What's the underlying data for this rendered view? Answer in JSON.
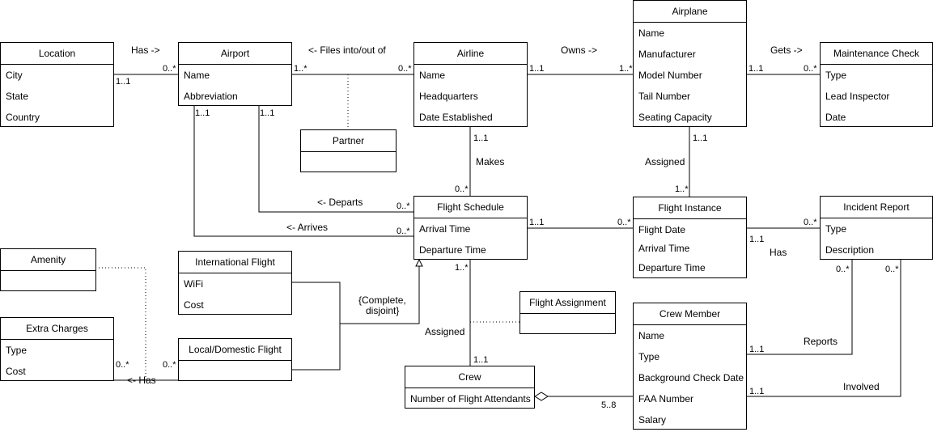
{
  "classes": {
    "location": {
      "name": "Location",
      "attrs": [
        "City",
        "State",
        "Country"
      ]
    },
    "airport": {
      "name": "Airport",
      "attrs": [
        "Name",
        "Abbreviation"
      ]
    },
    "airline": {
      "name": "Airline",
      "attrs": [
        "Name",
        "Headquarters",
        "Date Established"
      ]
    },
    "airplane": {
      "name": "Airplane",
      "attrs": [
        "Name",
        "Manufacturer",
        "Model Number",
        "Tail Number",
        "Seating Capacity"
      ]
    },
    "maintenance": {
      "name": "Maintenance Check",
      "attrs": [
        "Type",
        "Lead Inspector",
        "Date"
      ]
    },
    "partner": {
      "name": "Partner",
      "attrs": []
    },
    "schedule": {
      "name": "Flight Schedule",
      "attrs": [
        "Arrival Time",
        "Departure Time"
      ]
    },
    "instance": {
      "name": "Flight Instance",
      "attrs": [
        "Flight Date",
        "Arrival Time",
        "Departure Time"
      ]
    },
    "incident": {
      "name": "Incident Report",
      "attrs": [
        "Type",
        "Description"
      ]
    },
    "amenity": {
      "name": "Amenity",
      "attrs": []
    },
    "international": {
      "name": "International Flight",
      "attrs": [
        "WiFi",
        "Cost"
      ]
    },
    "extra": {
      "name": "Extra Charges",
      "attrs": [
        "Type",
        "Cost"
      ]
    },
    "domestic": {
      "name": "Local/Domestic Flight",
      "attrs": []
    },
    "assignment": {
      "name": "Flight Assignment",
      "attrs": []
    },
    "crew": {
      "name": "Crew",
      "attrs": [
        "Number of Flight Attendants"
      ]
    },
    "crewmember": {
      "name": "Crew Member",
      "attrs": [
        "Name",
        "Type",
        "Background Check Date",
        "FAA Number",
        "Salary"
      ]
    }
  },
  "labels": {
    "has1": "Has ->",
    "files": "<- Files into/out of",
    "owns": "Owns ->",
    "gets": "Gets ->",
    "makes": "Makes",
    "assigned1": "Assigned",
    "departs": "<- Departs",
    "arrives": "<- Arrives",
    "has2": "Has",
    "complete": "{Complete,",
    "disjoint": "disjoint}",
    "assigned2": "Assigned",
    "reports": "Reports",
    "involved": "Involved",
    "has3": "<- Has"
  },
  "multiplicities": {
    "loc_airport_a": "0..*",
    "loc_airport_b": "1..1",
    "airport_airline_a": "1..*",
    "airport_airline_b": "0..*",
    "airline_airplane_a": "1..1",
    "airline_airplane_b": "1..*",
    "airplane_maint_a": "1..1",
    "airplane_maint_b": "0..*",
    "airport_dep": "1..1",
    "airport_arr": "1..1",
    "airline_sched_a": "1..1",
    "airline_sched_b": "0..*",
    "dep_sched": "0..*",
    "arr_sched": "0..*",
    "airplane_inst_a": "1..1",
    "airplane_inst_b": "1..*",
    "sched_inst_a": "1..1",
    "sched_inst_b": "0..*",
    "inst_incident_a": "0..*",
    "inst_incident_b": "1..1",
    "sched_crew_a": "1..*",
    "sched_crew_b": "1..1",
    "incident_rep": "0..*",
    "incident_inv": "0..*",
    "cm_reports": "1..1",
    "cm_involved": "1..1",
    "extra_a": "0..*",
    "extra_b": "0..*",
    "crew_cm": "5..8"
  }
}
